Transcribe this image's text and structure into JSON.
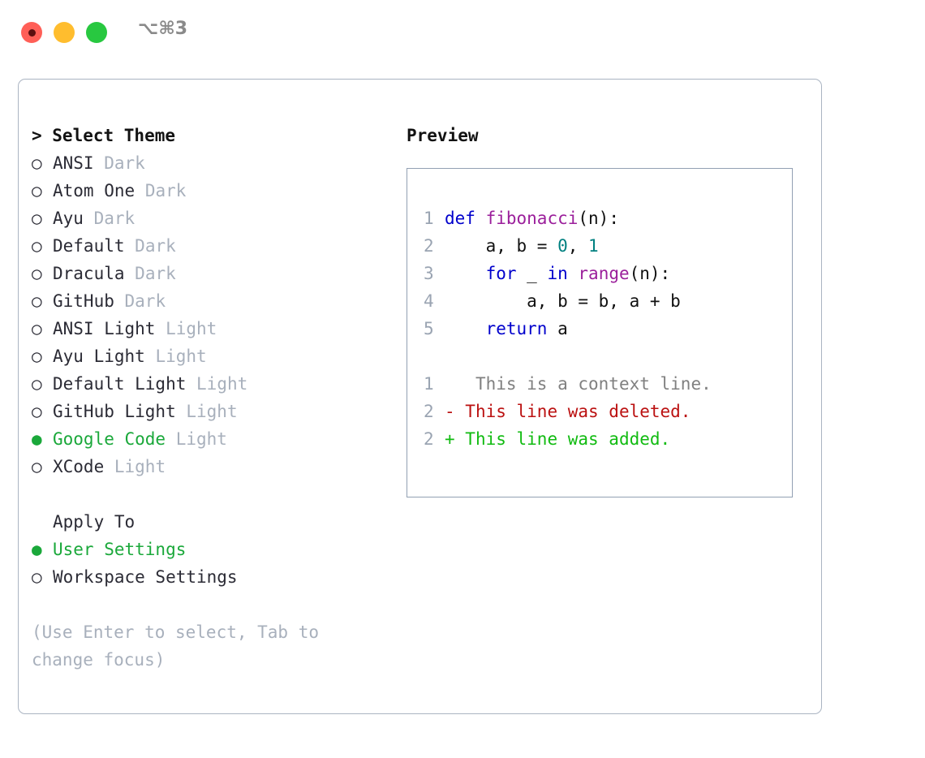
{
  "titlebar": {
    "shortcut": "⌥⌘3",
    "buttons": [
      {
        "name": "close",
        "color": "#ff5f57"
      },
      {
        "name": "minimize",
        "color": "#ffbd2e"
      },
      {
        "name": "maximize",
        "color": "#28c840"
      }
    ]
  },
  "theme_picker": {
    "header": "> Select Theme",
    "marker_selected": "●",
    "marker_unselected": "○",
    "items": [
      {
        "marker": "○",
        "name": "ANSI",
        "tag": "Dark",
        "selected": false
      },
      {
        "marker": "○",
        "name": "Atom One",
        "tag": "Dark",
        "selected": false
      },
      {
        "marker": "○",
        "name": "Ayu",
        "tag": "Dark",
        "selected": false
      },
      {
        "marker": "○",
        "name": "Default",
        "tag": "Dark",
        "selected": false
      },
      {
        "marker": "○",
        "name": "Dracula",
        "tag": "Dark",
        "selected": false
      },
      {
        "marker": "○",
        "name": "GitHub",
        "tag": "Dark",
        "selected": false
      },
      {
        "marker": "○",
        "name": "ANSI Light",
        "tag": "Light",
        "selected": false
      },
      {
        "marker": "○",
        "name": "Ayu Light",
        "tag": "Light",
        "selected": false
      },
      {
        "marker": "○",
        "name": "Default Light",
        "tag": "Light",
        "selected": false
      },
      {
        "marker": "○",
        "name": "GitHub Light",
        "tag": "Light",
        "selected": false
      },
      {
        "marker": "●",
        "name": "Google Code",
        "tag": "Light",
        "selected": true
      },
      {
        "marker": "○",
        "name": "XCode",
        "tag": "Light",
        "selected": false
      }
    ]
  },
  "apply_to": {
    "header": "Apply To",
    "items": [
      {
        "marker": "●",
        "name": "User Settings",
        "selected": true
      },
      {
        "marker": "○",
        "name": "Workspace Settings",
        "selected": false
      }
    ]
  },
  "hint": "(Use Enter to select, Tab to change focus)",
  "preview": {
    "title": "Preview",
    "code_lines": [
      {
        "num": "1",
        "tokens": [
          {
            "t": "def",
            "c": "kw"
          },
          {
            "t": " ",
            "c": "pl"
          },
          {
            "t": "fibonacci",
            "c": "fn"
          },
          {
            "t": "(n):",
            "c": "pl"
          }
        ]
      },
      {
        "num": "2",
        "tokens": [
          {
            "t": "    a, b = ",
            "c": "pl"
          },
          {
            "t": "0",
            "c": "num"
          },
          {
            "t": ", ",
            "c": "pl"
          },
          {
            "t": "1",
            "c": "num"
          }
        ]
      },
      {
        "num": "3",
        "tokens": [
          {
            "t": "    ",
            "c": "pl"
          },
          {
            "t": "for",
            "c": "kw"
          },
          {
            "t": " _ ",
            "c": "pl"
          },
          {
            "t": "in",
            "c": "kw"
          },
          {
            "t": " ",
            "c": "pl"
          },
          {
            "t": "range",
            "c": "fn"
          },
          {
            "t": "(n):",
            "c": "pl"
          }
        ]
      },
      {
        "num": "4",
        "tokens": [
          {
            "t": "        a, b = b, a + b",
            "c": "pl"
          }
        ]
      },
      {
        "num": "5",
        "tokens": [
          {
            "t": "    ",
            "c": "pl"
          },
          {
            "t": "return",
            "c": "kw"
          },
          {
            "t": " a",
            "c": "pl"
          }
        ]
      }
    ],
    "diff_lines": [
      {
        "num": "1",
        "marker": " ",
        "text": "  This is a context line.",
        "kind": "ctx"
      },
      {
        "num": "2",
        "marker": "-",
        "text": " This line was deleted.",
        "kind": "del"
      },
      {
        "num": "2",
        "marker": "+",
        "text": " This line was added.",
        "kind": "add"
      }
    ]
  },
  "colors": {
    "accent_green": "#1aa83a",
    "tag_gray": "#a8b0bc",
    "border": "#aab4c2",
    "code_border": "#92a0b3",
    "keyword": "#0000cc",
    "function": "#9b1f9b",
    "number": "#008080",
    "diff_added": "#11bb11",
    "diff_deleted": "#bb1111",
    "diff_context": "#808080"
  }
}
